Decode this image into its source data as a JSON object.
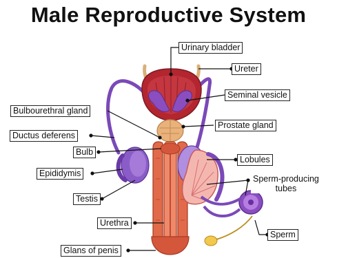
{
  "title": "Male Reproductive System",
  "labels": {
    "urinary_bladder": "Urinary bladder",
    "ureter": "Ureter",
    "seminal_vesicle": "Seminal vesicle",
    "bulbourethral_gland": "Bulbourethral gland",
    "prostate_gland": "Prostate gland",
    "ductus_deferens": "Ductus deferens",
    "bulb": "Bulb",
    "lobules": "Lobules",
    "epididymis": "Epididymis",
    "sperm_producing_tubes": "Sperm-producing\ntubes",
    "testis": "Testis",
    "urethra": "Urethra",
    "sperm": "Sperm",
    "glans_of_penis": "Glans of penis"
  },
  "colors": {
    "bladder": "#b3262f",
    "bladder_dark": "#7a1a22",
    "vesicle": "#8a4ec0",
    "duct": "#7b49b8",
    "ureter": "#c8a06a",
    "prostate": "#e8b27a",
    "penis": "#e06a4a",
    "penis_dark": "#c24a30",
    "testis": "#9a6fd4",
    "testis_cut": "#f4b7b0",
    "sperm": "#f2c94c"
  }
}
